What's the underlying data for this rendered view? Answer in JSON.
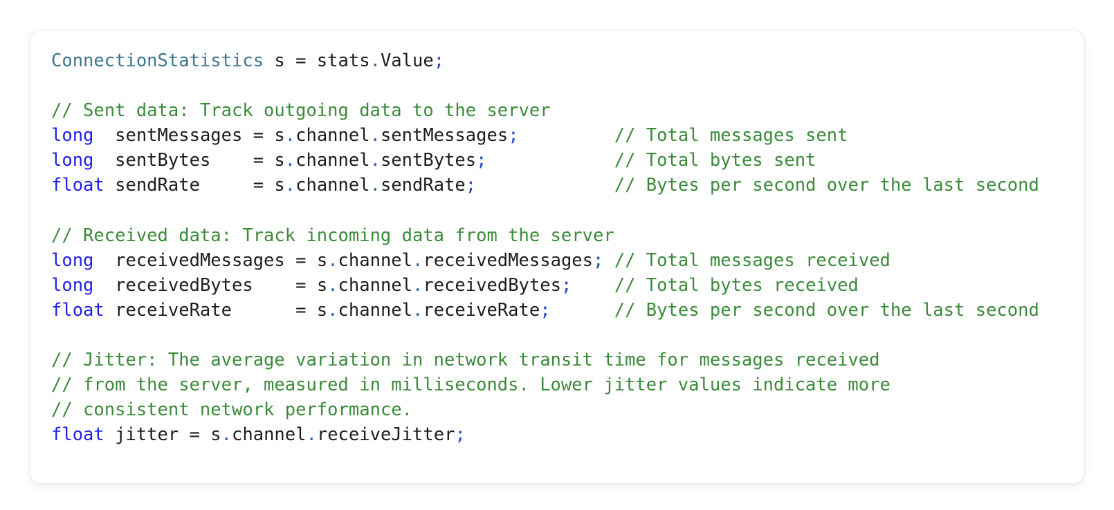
{
  "card": {
    "background": "#ffffff",
    "border_color": "#ececf1"
  },
  "code": {
    "palette": {
      "type": "#3d768f",
      "keyword": "#1f1fe8",
      "comment": "#3a8a3a",
      "plain": "#1d1d1d",
      "dot": "#3465a4",
      "semicolon": "#2647c8"
    },
    "lines": [
      [
        {
          "c": "type",
          "t": "ConnectionStatistics"
        },
        {
          "c": "plain",
          "t": " s = stats"
        },
        {
          "c": "dot",
          "t": "."
        },
        {
          "c": "plain",
          "t": "Value"
        },
        {
          "c": "semicolon",
          "t": ";"
        }
      ],
      [],
      [
        {
          "c": "comment",
          "t": "// Sent data: Track outgoing data to the server"
        }
      ],
      [
        {
          "c": "keyword",
          "t": "long"
        },
        {
          "c": "plain",
          "t": "  sentMessages = s"
        },
        {
          "c": "dot",
          "t": "."
        },
        {
          "c": "plain",
          "t": "channel"
        },
        {
          "c": "dot",
          "t": "."
        },
        {
          "c": "plain",
          "t": "sentMessages"
        },
        {
          "c": "semicolon",
          "t": ";"
        },
        {
          "c": "plain",
          "t": "         "
        },
        {
          "c": "comment",
          "t": "// Total messages sent"
        }
      ],
      [
        {
          "c": "keyword",
          "t": "long"
        },
        {
          "c": "plain",
          "t": "  sentBytes    = s"
        },
        {
          "c": "dot",
          "t": "."
        },
        {
          "c": "plain",
          "t": "channel"
        },
        {
          "c": "dot",
          "t": "."
        },
        {
          "c": "plain",
          "t": "sentBytes"
        },
        {
          "c": "semicolon",
          "t": ";"
        },
        {
          "c": "plain",
          "t": "            "
        },
        {
          "c": "comment",
          "t": "// Total bytes sent"
        }
      ],
      [
        {
          "c": "keyword",
          "t": "float"
        },
        {
          "c": "plain",
          "t": " sendRate     = s"
        },
        {
          "c": "dot",
          "t": "."
        },
        {
          "c": "plain",
          "t": "channel"
        },
        {
          "c": "dot",
          "t": "."
        },
        {
          "c": "plain",
          "t": "sendRate"
        },
        {
          "c": "semicolon",
          "t": ";"
        },
        {
          "c": "plain",
          "t": "             "
        },
        {
          "c": "comment",
          "t": "// Bytes per second over the last second"
        }
      ],
      [],
      [
        {
          "c": "comment",
          "t": "// Received data: Track incoming data from the server"
        }
      ],
      [
        {
          "c": "keyword",
          "t": "long"
        },
        {
          "c": "plain",
          "t": "  receivedMessages = s"
        },
        {
          "c": "dot",
          "t": "."
        },
        {
          "c": "plain",
          "t": "channel"
        },
        {
          "c": "dot",
          "t": "."
        },
        {
          "c": "plain",
          "t": "receivedMessages"
        },
        {
          "c": "semicolon",
          "t": ";"
        },
        {
          "c": "plain",
          "t": " "
        },
        {
          "c": "comment",
          "t": "// Total messages received"
        }
      ],
      [
        {
          "c": "keyword",
          "t": "long"
        },
        {
          "c": "plain",
          "t": "  receivedBytes    = s"
        },
        {
          "c": "dot",
          "t": "."
        },
        {
          "c": "plain",
          "t": "channel"
        },
        {
          "c": "dot",
          "t": "."
        },
        {
          "c": "plain",
          "t": "receivedBytes"
        },
        {
          "c": "semicolon",
          "t": ";"
        },
        {
          "c": "plain",
          "t": "    "
        },
        {
          "c": "comment",
          "t": "// Total bytes received"
        }
      ],
      [
        {
          "c": "keyword",
          "t": "float"
        },
        {
          "c": "plain",
          "t": " receiveRate      = s"
        },
        {
          "c": "dot",
          "t": "."
        },
        {
          "c": "plain",
          "t": "channel"
        },
        {
          "c": "dot",
          "t": "."
        },
        {
          "c": "plain",
          "t": "receiveRate"
        },
        {
          "c": "semicolon",
          "t": ";"
        },
        {
          "c": "plain",
          "t": "      "
        },
        {
          "c": "comment",
          "t": "// Bytes per second over the last second"
        }
      ],
      [],
      [
        {
          "c": "comment",
          "t": "// Jitter: The average variation in network transit time for messages received"
        }
      ],
      [
        {
          "c": "comment",
          "t": "// from the server, measured in milliseconds. Lower jitter values indicate more"
        }
      ],
      [
        {
          "c": "comment",
          "t": "// consistent network performance."
        }
      ],
      [
        {
          "c": "keyword",
          "t": "float"
        },
        {
          "c": "plain",
          "t": " jitter = s"
        },
        {
          "c": "dot",
          "t": "."
        },
        {
          "c": "plain",
          "t": "channel"
        },
        {
          "c": "dot",
          "t": "."
        },
        {
          "c": "plain",
          "t": "receiveJitter"
        },
        {
          "c": "semicolon",
          "t": ";"
        }
      ]
    ]
  }
}
